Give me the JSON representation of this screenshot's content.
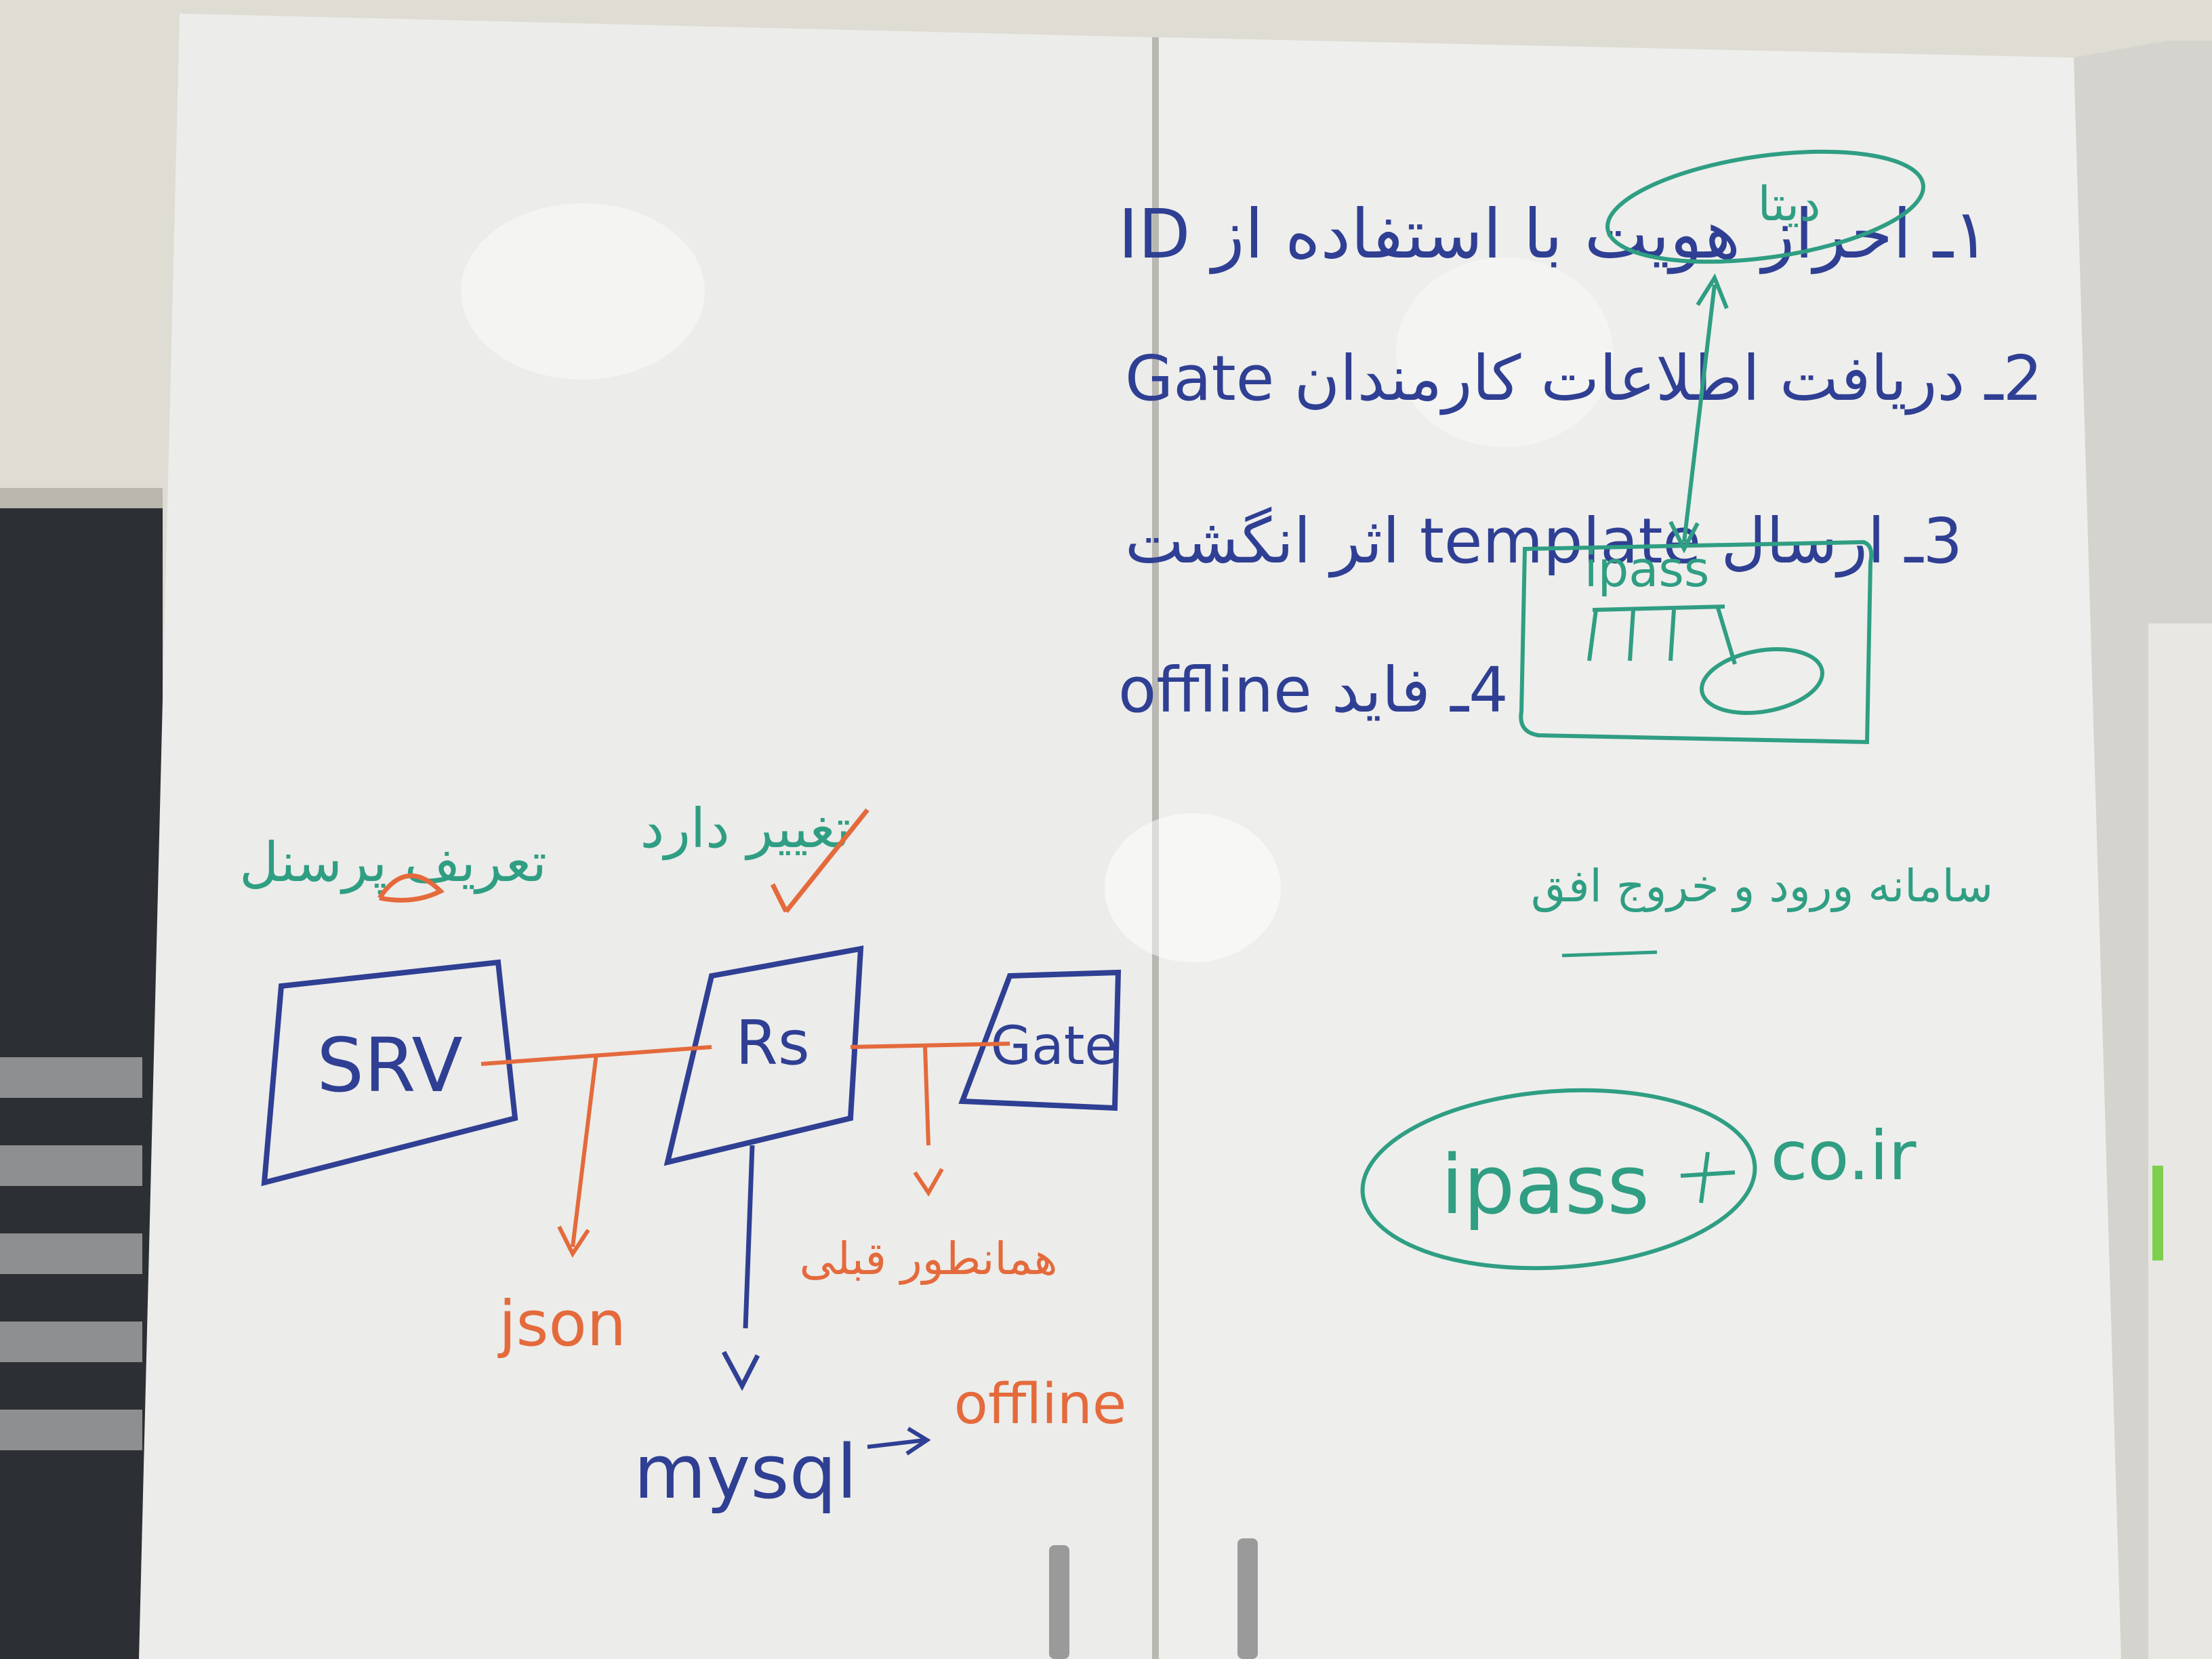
{
  "colors": {
    "wall": "#dedcd3",
    "board": "#eeeeec",
    "cabinet_edge": "#c9c8c3",
    "blue_marker": "#2f3f93",
    "orange_marker": "#e46a3c",
    "green_marker": "#2f9e83",
    "handle": "#9a9a9a",
    "window_dark": "#2c2f33",
    "green_tape": "#7fcf4f"
  },
  "left_board": {
    "list": [
      {
        "text": "۱ـ احراز هویت با استفاده از ID"
      },
      {
        "text": "2ـ دریافت اطلاعات کارمندان Gate"
      },
      {
        "text": "3ـ ارسال template اثر انگشت"
      },
      {
        "text": "4ـ فاید offline"
      }
    ],
    "notes": {
      "top_left": "تعریف پرسنل",
      "top_mid": "تغییر دارد"
    },
    "boxes": {
      "srv": "SRV",
      "rs": "Rs",
      "gate": "Gate"
    },
    "labels": {
      "json": "json",
      "mid_orange": "همانطور قبلی",
      "mysql": "mysql",
      "offline": "offline"
    }
  },
  "right_board": {
    "top_oval": "دیتا",
    "device_label": "ipass",
    "phrase": "سامانه ورود و خروج افق",
    "domain_part1": "ipass",
    "domain_part2": "co.ir"
  }
}
